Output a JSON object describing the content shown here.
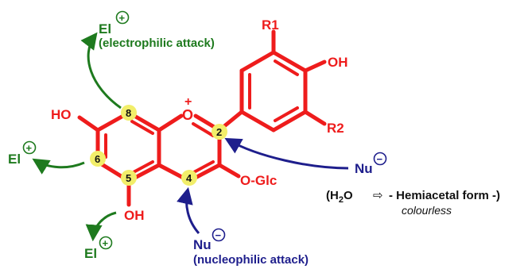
{
  "colors": {
    "structure": "#ee1c1c",
    "electrophile": "#1e7a1e",
    "nucleophile": "#1e1e8c",
    "position_marker": "#f2ee6a",
    "text": "#111111"
  },
  "substituents": {
    "r1": "R1",
    "oh_top": "OH",
    "r2": "R2",
    "ho_left": "HO",
    "oh_bottom": "OH",
    "o_glc": "O-Glc",
    "o_ring": "O",
    "o_charge": "+"
  },
  "positions": {
    "p8": "8",
    "p6": "6",
    "p5": "5",
    "p4": "4",
    "p2": "2"
  },
  "electrophile": {
    "symbol": "El",
    "charge": "+",
    "attack_label": "(electrophilic attack)"
  },
  "nucleophile": {
    "symbol": "Nu",
    "charge": "−",
    "attack_label": "(nucleophilic attack)"
  },
  "hemiacetal": {
    "note_open": "(H",
    "note_sub": "2",
    "note_o": "O",
    "note_arrow": "⇨",
    "note_rest": "- Hemiacetal form -)",
    "color_note": "colourless"
  }
}
